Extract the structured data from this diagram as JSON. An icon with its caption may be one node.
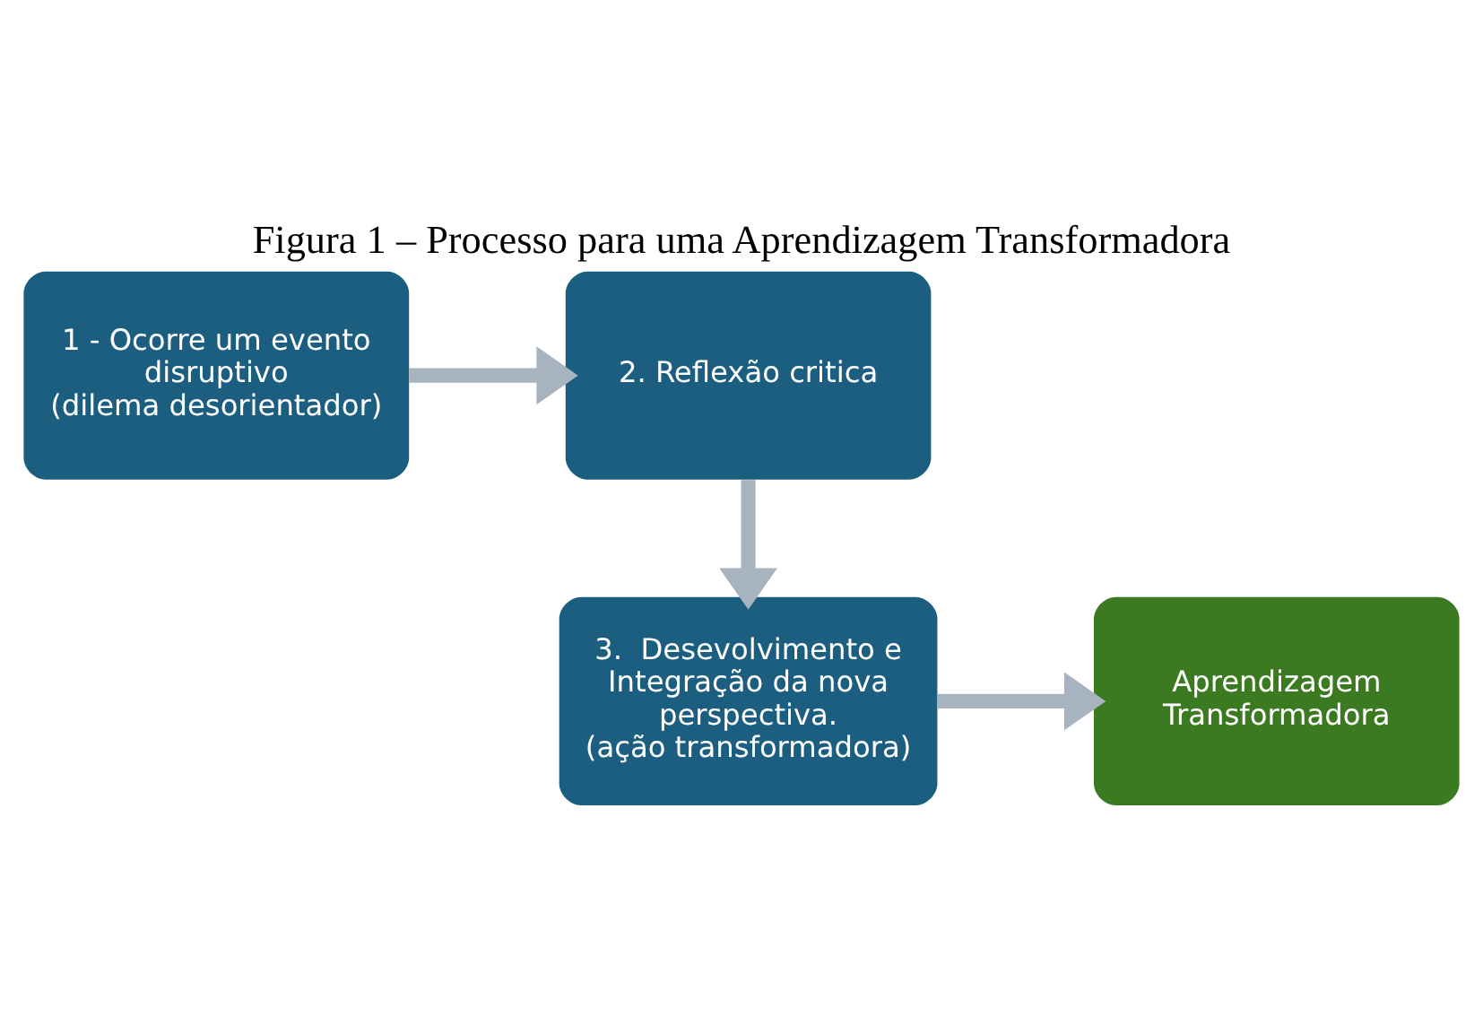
{
  "diagram": {
    "title": "Figura 1 – Processo para uma Aprendizagem Transformadora",
    "nodes": [
      {
        "text": [
          "1 - Ocorre um evento disruptivo",
          "(dilema desorientador)"
        ]
      },
      {
        "text": [
          "2. Reflexão critica"
        ]
      },
      {
        "text": [
          "3.  Desevolvimento e Integração da nova perspectiva.",
          "(ação transformadora)"
        ]
      },
      {
        "text": [
          "Aprendizagem Transformadora"
        ]
      }
    ],
    "edges": [
      {
        "from": 0,
        "to": 1,
        "arrow": "to"
      },
      {
        "from": 1,
        "to": 2,
        "arrow": "to"
      },
      {
        "from": 2,
        "to": 3,
        "arrow": "to"
      }
    ]
  }
}
